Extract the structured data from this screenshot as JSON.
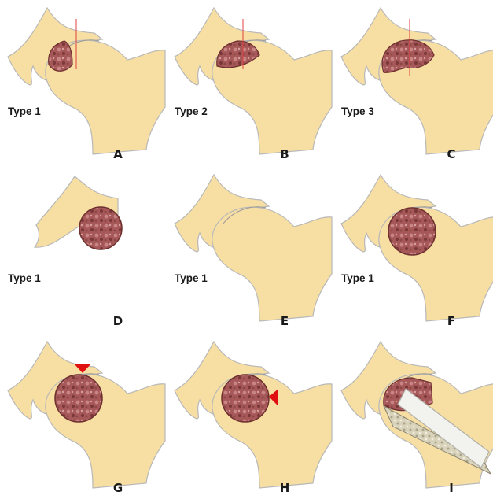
{
  "panels": [
    {
      "id": "A",
      "letter": "A",
      "type_label": "Type 1",
      "variant": "partial-small"
    },
    {
      "id": "B",
      "letter": "B",
      "type_label": "Type 2",
      "variant": "partial-medium"
    },
    {
      "id": "C",
      "letter": "C",
      "type_label": "Type 3",
      "variant": "partial-large"
    },
    {
      "id": "D",
      "letter": "D",
      "type_label": "Type 1",
      "variant": "head-sphere-separate"
    },
    {
      "id": "E",
      "letter": "E",
      "type_label": "Type 1",
      "variant": "intact-femur"
    },
    {
      "id": "F",
      "letter": "F",
      "type_label": "Type 1",
      "variant": "head-full-necrosis"
    },
    {
      "id": "G",
      "letter": "G",
      "type_label": "",
      "variant": "marker-top"
    },
    {
      "id": "H",
      "letter": "H",
      "type_label": "",
      "variant": "marker-lateral"
    },
    {
      "id": "I",
      "letter": "I",
      "type_label": "",
      "variant": "implant"
    }
  ],
  "colors": {
    "bone": "#f7dfa3",
    "bone_outline": "#b8b8b8",
    "necrosis": "#a85b5b",
    "necrosis_dark": "#6e2f2f",
    "marker": "#e01010",
    "guide_line": "#e04040",
    "implant": "#f2f2ee",
    "graft": "#d8d2b8"
  }
}
